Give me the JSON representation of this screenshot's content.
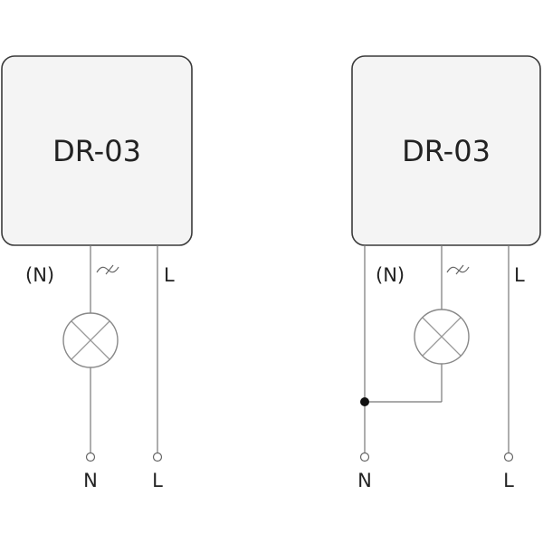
{
  "diagrams": [
    {
      "device_label": "DR-03",
      "terminal_neutral_label": "(N)",
      "terminal_load_symbol": "wave-switch-icon",
      "terminal_line_label": "L",
      "bottom_left_label": "N",
      "bottom_right_label": "L"
    },
    {
      "device_label": "DR-03",
      "terminal_neutral_label": "(N)",
      "terminal_load_symbol": "wave-switch-icon",
      "terminal_line_label": "L",
      "bottom_left_label": "N",
      "bottom_right_label": "L"
    }
  ],
  "colors": {
    "box_fill": "#f4f4f4",
    "box_stroke": "#3a3a3a",
    "wire": "#777777",
    "junction": "#111111"
  }
}
